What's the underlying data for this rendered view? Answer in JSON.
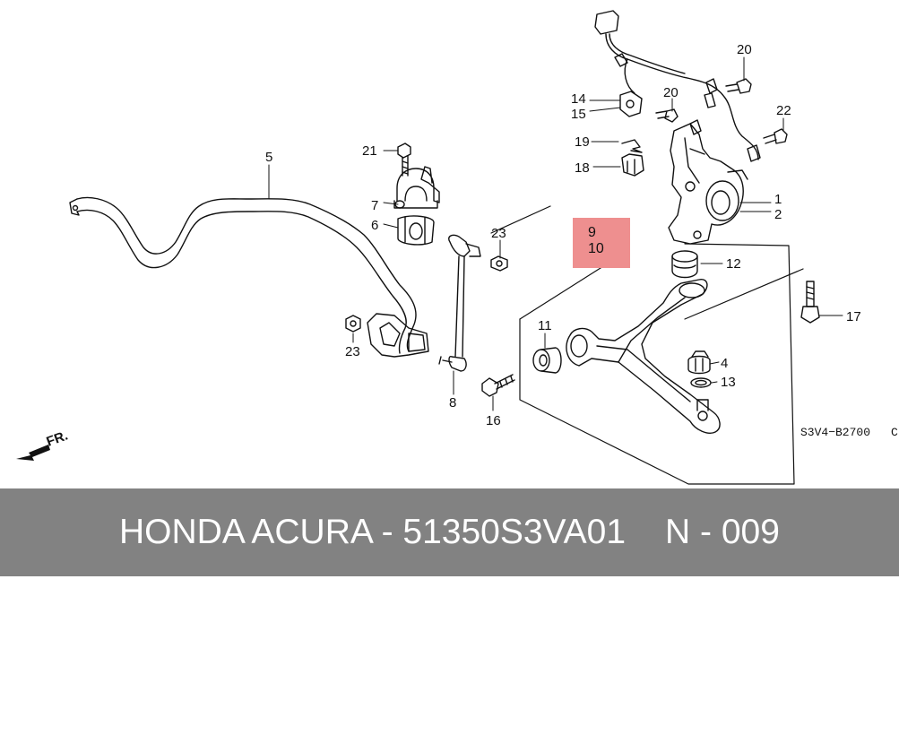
{
  "diagram": {
    "callouts": {
      "c1": "1",
      "c2": "2",
      "c4": "4",
      "c5": "5",
      "c6": "6",
      "c7": "7",
      "c8": "8",
      "c11": "11",
      "c12": "12",
      "c13": "13",
      "c14": "14",
      "c15": "15",
      "c16": "16",
      "c17": "17",
      "c18": "18",
      "c19": "19",
      "c20a": "20",
      "c20b": "20",
      "c21": "21",
      "c22": "22",
      "c23a": "23",
      "c23b": "23"
    },
    "highlight": {
      "line1": "9",
      "line2": "10",
      "color": "#ee8f8f"
    },
    "front_label": "FR.",
    "diagram_code": "S3V4−B2700",
    "diagram_code_suffix": "C"
  },
  "footer": {
    "left_text": "HONDA ACURA - 51350S3VA01",
    "right_text": "N - 009",
    "background": "#828282",
    "text_color": "#ffffff"
  }
}
